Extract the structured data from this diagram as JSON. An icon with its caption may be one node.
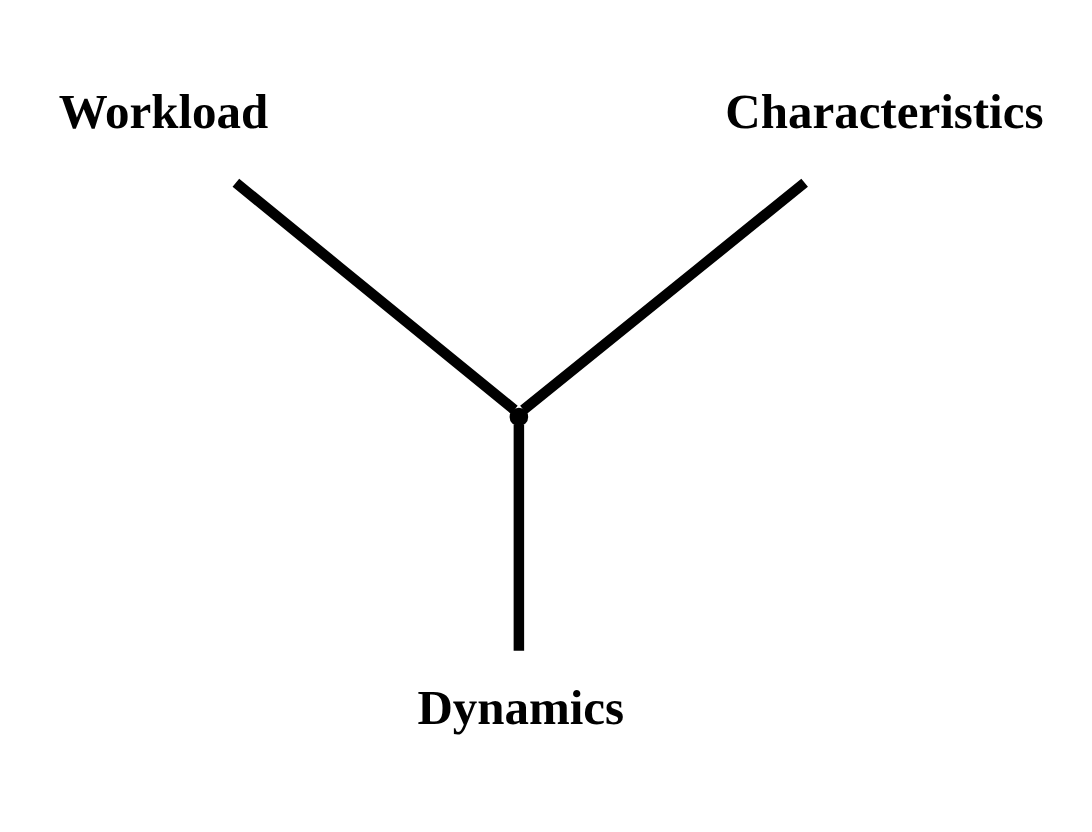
{
  "diagram": {
    "nodes": [
      {
        "text": [
          "Workload"
        ]
      },
      {
        "text": [
          "Characteristics"
        ]
      },
      {
        "text": [],
        "shape": "point"
      },
      {
        "text": [
          "Dynamics"
        ]
      }
    ],
    "edges": [
      {
        "from": 0,
        "to": 2,
        "arrow": "none"
      },
      {
        "from": 1,
        "to": 2,
        "arrow": "none"
      },
      {
        "from": 2,
        "to": 3,
        "arrow": "none"
      }
    ]
  }
}
